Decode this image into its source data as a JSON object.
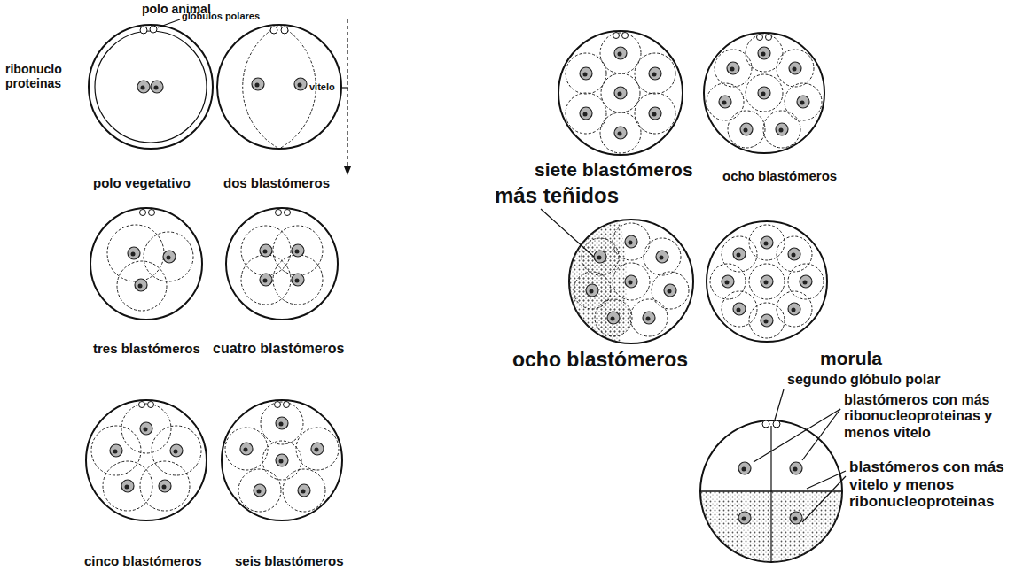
{
  "diagram": {
    "labels": [
      "polo animal",
      "glóbulos polares",
      "ribonuclo proteinas",
      "vitelo",
      "polo vegetativo",
      "dos blastómeros",
      "tres blastómeros",
      "cuatro blastómeros",
      "cinco blastómeros",
      "seis blastómeros",
      "siete blastómeros",
      "ocho blastómeros",
      "más teñidos",
      "ocho blastómeros",
      "morula",
      "segundo glóbulo polar",
      "blastómeros con más ribonucleoproteinas y menos vitelo",
      "blastómeros con más vitelo y menos ribonucleoproteinas"
    ]
  }
}
